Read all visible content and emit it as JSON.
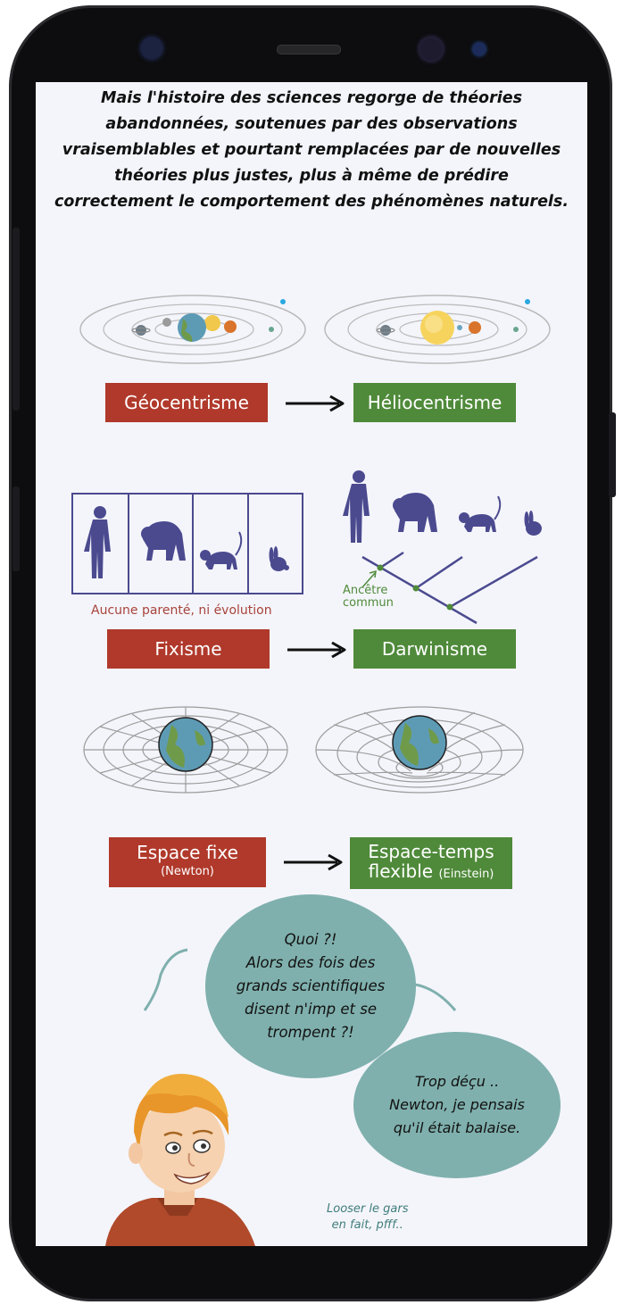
{
  "intro_lines": [
    "Mais l'histoire des sciences regorge de théories",
    "abandonnées, soutenues par des observations",
    "vraisemblables et pourtant remplacées par de nouvelles",
    "théories plus justes, plus à même de prédire",
    "correctement le comportement des phénomènes naturels."
  ],
  "rows": [
    {
      "old": "Géocentrisme",
      "new": "Héliocentrisme"
    },
    {
      "old": "Fixisme",
      "new": "Darwinisme"
    },
    {
      "old": "Espace fixe",
      "old_sub": "(Newton)",
      "new": "Espace-temps",
      "new_line2": "flexible",
      "new_sub": "(Einstein)"
    }
  ],
  "fixism_caption": "Aucune parenté, ni évolution",
  "ancestor_caption": [
    "Ancêtre",
    "commun"
  ],
  "bubble1": [
    "Quoi ?!",
    "Alors des fois des",
    "grands scientifiques",
    "disent n'imp et se",
    "trompent ?!"
  ],
  "bubble2": [
    "Trop déçu ..",
    "Newton, je pensais",
    "qu'il était balaise."
  ],
  "aside": [
    "Looser le gars",
    "en fait, pfff.."
  ],
  "colors": {
    "red": "#b0392b",
    "green": "#4f8a3a",
    "bubble": "#7fb0ad",
    "silhouette": "#4b4a8f"
  }
}
